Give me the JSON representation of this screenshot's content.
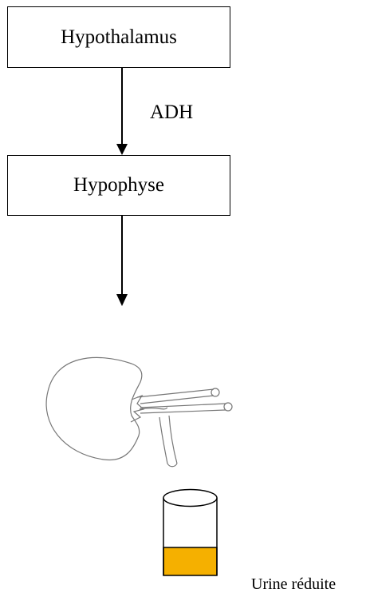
{
  "boxes": {
    "hypothalamus": "Hypothalamus",
    "hypophyse": "Hypophyse"
  },
  "arrows": {
    "hormone_label": "ADH"
  },
  "result": {
    "urine_label": "Urine réduite",
    "urine_color": "#f5b000"
  },
  "icons": {
    "organ": "kidney-icon",
    "container": "test-tube-icon"
  }
}
